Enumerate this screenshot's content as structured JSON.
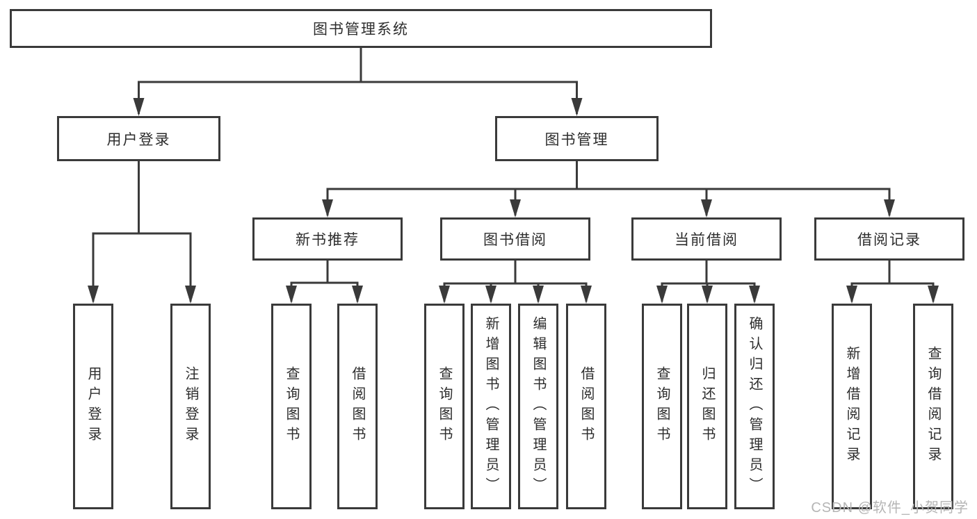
{
  "diagram": {
    "root": "图书管理系统",
    "level2": {
      "user_login": "用户登录",
      "book_mgmt": "图书管理"
    },
    "level3": {
      "new_books": "新书推荐",
      "book_borrow": "图书借阅",
      "current_borrow": "当前借阅",
      "borrow_records": "借阅记录"
    },
    "leaves": {
      "user_login": [
        "用户登录",
        "注销登录"
      ],
      "new_books": [
        "查询图书",
        "借阅图书"
      ],
      "book_borrow": [
        "查询图书",
        "新增图书（管理员）",
        "编辑图书（管理员）",
        "借阅图书"
      ],
      "current_borrow": [
        "查询图书",
        "归还图书",
        "确认归还（管理员）"
      ],
      "borrow_records": [
        "新增借阅记录",
        "查询借阅记录"
      ]
    }
  },
  "watermark": "CSDN @软件_小贺同学",
  "colors": {
    "line": "#3a3a3a",
    "box_border": "#3a3a3a",
    "text": "#2d2d2d",
    "watermark": "#b5b5b5",
    "background": "#ffffff"
  }
}
